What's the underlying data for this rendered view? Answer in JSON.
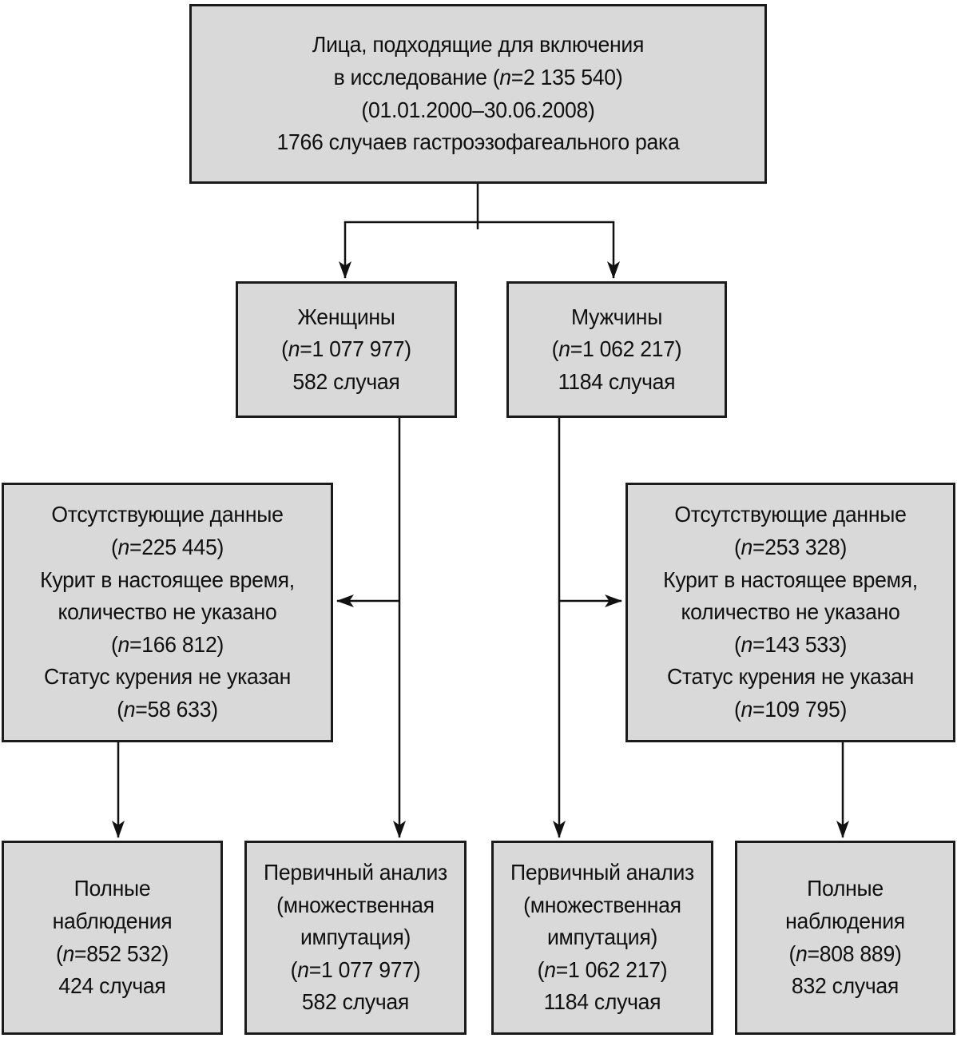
{
  "diagram": {
    "language": "ru",
    "colors": {
      "box_fill": "#d9d9d9",
      "box_border": "#1b1b1b",
      "connector": "#111111",
      "background": "#ffffff"
    },
    "boxes": {
      "eligible": {
        "lines": [
          "Лица, подходящие для включения",
          "в исследование (n=2 135 540)",
          "(01.01.2000–30.06.2008)",
          "1766 случаев гастроэзофагеального рака"
        ]
      },
      "women": {
        "lines": [
          "Женщины",
          "(n=1 077 977)",
          "582 случая"
        ]
      },
      "men": {
        "lines": [
          "Мужчины",
          "(n=1 062 217)",
          "1184 случая"
        ]
      },
      "women_missing": {
        "lines": [
          "Отсутствующие данные",
          "(n=225 445)",
          "Курит в настоящее время,",
          "количество не указано",
          "(n=166 812)",
          "Статус курения не указан",
          "(n=58 633)"
        ]
      },
      "men_missing": {
        "lines": [
          "Отсутствующие данные",
          "(n=253 328)",
          "Курит в настоящее время,",
          "количество не указано",
          "(n=143 533)",
          "Статус курения не указан",
          "(n=109 795)"
        ]
      },
      "women_complete": {
        "lines": [
          "Полные",
          "наблюдения",
          "(n=852 532)",
          "424 случая"
        ]
      },
      "women_primary": {
        "lines": [
          "Первичный анализ",
          "(множественная",
          "импутация)",
          "(n=1 077 977)",
          "582 случая"
        ]
      },
      "men_primary": {
        "lines": [
          "Первичный анализ",
          "(множественная",
          "импутация)",
          "(n=1 062 217)",
          "1184 случая"
        ]
      },
      "men_complete": {
        "lines": [
          "Полные",
          "наблюдения",
          "(n=808 889)",
          "832 случая"
        ]
      }
    }
  }
}
